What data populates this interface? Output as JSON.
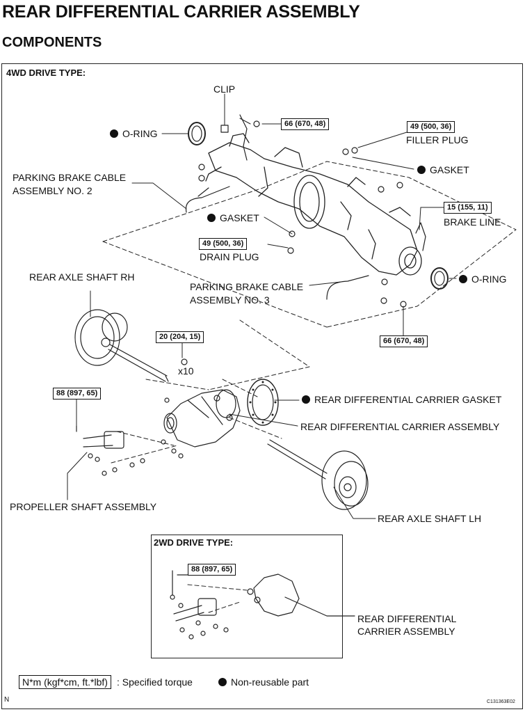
{
  "header": {
    "title": "REAR DIFFERENTIAL CARRIER ASSEMBLY",
    "subtitle": "COMPONENTS"
  },
  "main": {
    "drive_type": "4WD DRIVE TYPE:",
    "labels": {
      "clip": "CLIP",
      "o_ring_left": "O-RING",
      "o_ring_right": "O-RING",
      "filler_plug": "FILLER PLUG",
      "gasket_top": "GASKET",
      "parking_cable_2_line1": "PARKING BRAKE CABLE",
      "parking_cable_2_line2": "ASSEMBLY NO. 2",
      "brake_line": "BRAKE LINE",
      "gasket_mid": "GASKET",
      "drain_plug": "DRAIN PLUG",
      "rear_axle_rh": "REAR AXLE SHAFT RH",
      "parking_cable_3_line1": "PARKING BRAKE CABLE",
      "parking_cable_3_line2": "ASSEMBLY NO. 3",
      "x10": "x10",
      "carrier_gasket": "REAR DIFFERENTIAL CARRIER GASKET",
      "carrier_assembly": "REAR DIFFERENTIAL CARRIER ASSEMBLY",
      "propeller_shaft": "PROPELLER SHAFT ASSEMBLY",
      "rear_axle_lh": "REAR AXLE SHAFT LH"
    },
    "torques": {
      "t_66_top": "66 (670, 48)",
      "t_49_filler": "49 (500, 36)",
      "t_15_brake": "15 (155, 11)",
      "t_49_drain": "49 (500, 36)",
      "t_66_bottom": "66 (670, 48)",
      "t_20": "20 (204, 15)",
      "t_88": "88 (897, 65)"
    }
  },
  "inset": {
    "drive_type": "2WD DRIVE TYPE:",
    "torque": "88 (897, 65)",
    "carrier_line1": "REAR DIFFERENTIAL",
    "carrier_line2": "CARRIER ASSEMBLY"
  },
  "legend": {
    "torque_unit": "N*m (kgf*cm, ft.*lbf)",
    "torque_desc": ": Specified torque",
    "non_reusable": "Non-reusable part"
  },
  "footer": {
    "left_mark": "N",
    "code": "C131363E02"
  }
}
